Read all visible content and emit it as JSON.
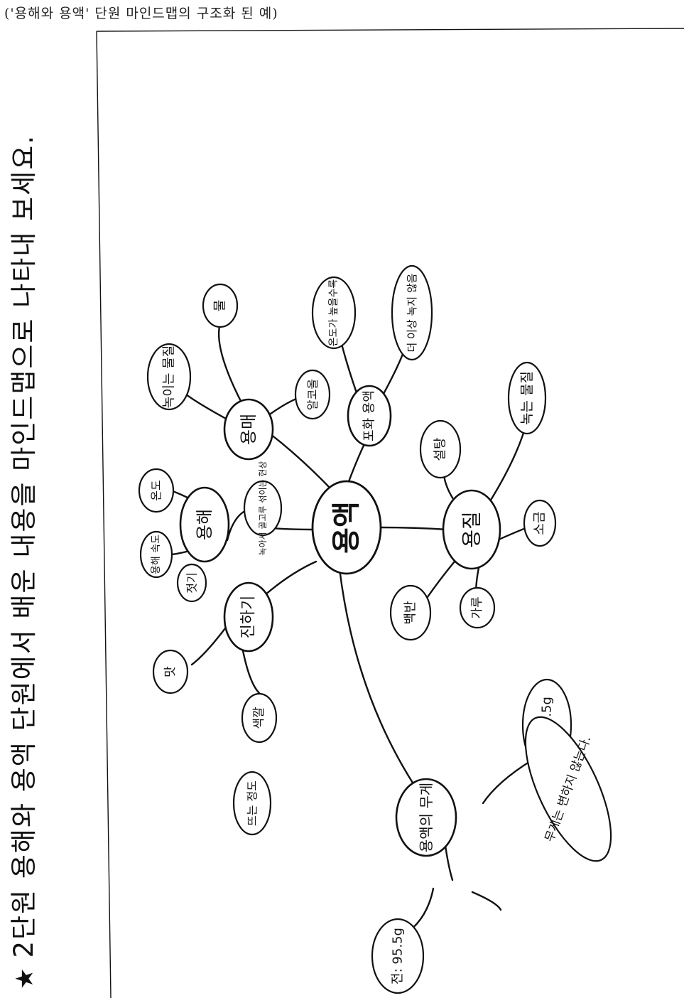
{
  "caption": "('용해와 용액' 단원 마인드맵의 구조화 된 예)",
  "instruction": {
    "star": "★",
    "text": "2단원 용해와 용액 단원에서 배운 내용을 마인드맵으로 나타내 보세요."
  },
  "mindmap": {
    "center": {
      "label": "용액"
    },
    "branches": [
      {
        "key": "solute",
        "label": "용질",
        "children": [
          {
            "key": "solute_sub",
            "label": "녹는 물질"
          },
          {
            "key": "solute_ex1",
            "label": "설탕"
          },
          {
            "key": "solute_ex2",
            "label": "소금"
          },
          {
            "key": "solute_ex3",
            "label": "백반"
          },
          {
            "key": "solute_fine",
            "label": "가루"
          }
        ]
      },
      {
        "key": "solvent",
        "label": "용매",
        "children": [
          {
            "key": "solvent_sub",
            "label": "녹이는 물질"
          },
          {
            "key": "solvent_ex1",
            "label": "물"
          },
          {
            "key": "solvent_ex2",
            "label": "알코올"
          }
        ]
      },
      {
        "key": "mass",
        "label": "용액의 무게",
        "children": [
          {
            "key": "mass_before",
            "label": "전: 95.5g"
          },
          {
            "key": "mass_after",
            "label": "후: 95.5g"
          },
          {
            "key": "mass_note",
            "label": "무게는 변하지 않는다."
          }
        ]
      },
      {
        "key": "dissolve",
        "label": "용해",
        "children": [
          {
            "key": "dissolve_def",
            "label": "녹아서 골고루 섞이는 현상"
          },
          {
            "key": "dissolve_rate",
            "label": "용해 속도"
          },
          {
            "key": "dissolve_temp",
            "label": "온도"
          },
          {
            "key": "dissolve_stir",
            "label": "젓기"
          }
        ]
      },
      {
        "key": "concentration",
        "label": "진하기",
        "children": [
          {
            "key": "conc_sweet",
            "label": "맛"
          },
          {
            "key": "conc_color",
            "label": "색깔"
          },
          {
            "key": "conc_float",
            "label": "뜨는 정도"
          }
        ]
      },
      {
        "key": "saturation",
        "label": "포화 용액",
        "children": [
          {
            "key": "sat_def",
            "label": "더 이상 녹지 않음"
          },
          {
            "key": "sat_temp",
            "label": "온도가 높을수록"
          }
        ]
      }
    ]
  }
}
